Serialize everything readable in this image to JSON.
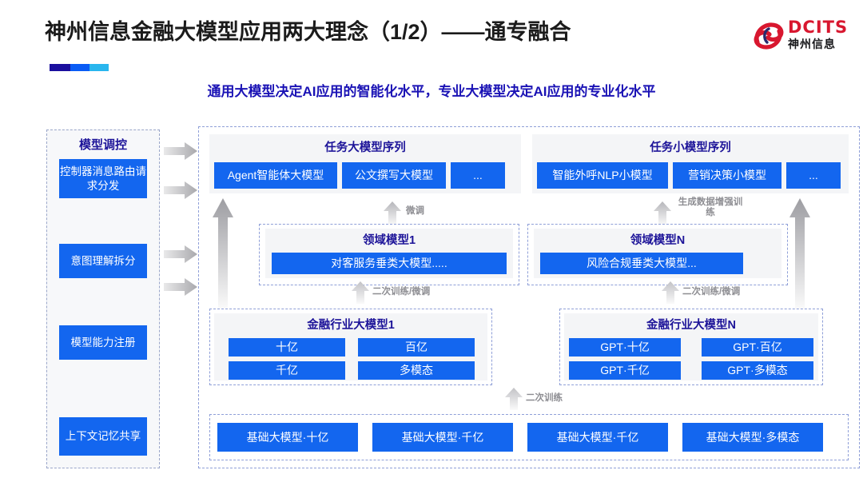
{
  "header": {
    "title": "神州信息金融大模型应用两大理念（1/2）——通专融合",
    "subtitle": "通用大模型决定AI应用的智能化水平，专业大模型决定AI应用的专业化水平",
    "accent_colors": {
      "rule_dark": "#1a0f9e",
      "rule_mid": "#0a5cf5",
      "rule_light": "#29b6ee",
      "title": "#1b1b1b",
      "subtitle": "#1a12b5"
    }
  },
  "logo": {
    "mark": "dcits-swirl-icon",
    "latin": "DCITS",
    "chinese": "神州信息",
    "color_red": "#d8172f",
    "color_black": "#17171a"
  },
  "sidebar": {
    "title": "模型调控",
    "items": [
      {
        "label": "控制器消息路由请求分发"
      },
      {
        "label": "意图理解拆分"
      },
      {
        "label": "模型能力注册"
      },
      {
        "label": "上下文记忆共享"
      }
    ]
  },
  "diagram": {
    "box_color": "#1366ef",
    "band_color": "#f4f5f7",
    "dash_color": "#8f9fd8",
    "task_large": {
      "title": "任务大模型序列",
      "boxes": [
        "Agent智能体大模型",
        "公文撰写大模型",
        "..."
      ]
    },
    "task_small": {
      "title": "任务小模型序列",
      "boxes": [
        "智能外呼NLP小模型",
        "营销决策小模型",
        "..."
      ]
    },
    "domain_left": {
      "title": "领域模型1",
      "boxes": [
        "对客服务垂类大模型....."
      ]
    },
    "domain_right": {
      "title": "领域模型N",
      "boxes": [
        "风险合规垂类大模型..."
      ]
    },
    "industry_left": {
      "title": "金融行业大模型1",
      "boxes": [
        "十亿",
        "百亿",
        "千亿",
        "多模态"
      ]
    },
    "industry_right": {
      "title": "金融行业大模型N",
      "boxes": [
        "GPT·十亿",
        "GPT·百亿",
        "GPT·千亿",
        "GPT·多模态"
      ]
    },
    "foundation": {
      "boxes": [
        "基础大模型·十亿",
        "基础大模型·千亿",
        "基础大模型·千亿",
        "基础大模型·多模态"
      ]
    },
    "arrow_labels": {
      "fine_tune": "微调",
      "data_aug": "生成数据增强训练",
      "retrain_tune_left": "二次训练/微调",
      "retrain_tune_right": "二次训练/微调",
      "retrain": "二次训练"
    }
  }
}
